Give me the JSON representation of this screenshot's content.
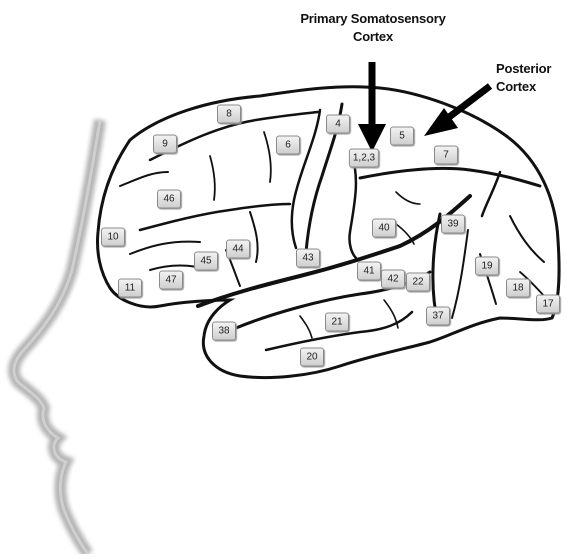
{
  "annotations": {
    "primary_somatosensory": [
      "Primary Somatosensory",
      "Cortex"
    ],
    "posterior": [
      "Posterior",
      "Cortex"
    ]
  },
  "brodmann_areas": [
    {
      "id": "a8",
      "label": "8"
    },
    {
      "id": "a9",
      "label": "9"
    },
    {
      "id": "a4",
      "label": "4"
    },
    {
      "id": "a6",
      "label": "6"
    },
    {
      "id": "a5",
      "label": "5"
    },
    {
      "id": "a123",
      "label": "1,2,3"
    },
    {
      "id": "a7",
      "label": "7"
    },
    {
      "id": "a46",
      "label": "46"
    },
    {
      "id": "a10",
      "label": "10"
    },
    {
      "id": "a44",
      "label": "44"
    },
    {
      "id": "a45",
      "label": "45"
    },
    {
      "id": "a47",
      "label": "47"
    },
    {
      "id": "a11",
      "label": "11"
    },
    {
      "id": "a43",
      "label": "43"
    },
    {
      "id": "a40",
      "label": "40"
    },
    {
      "id": "a39",
      "label": "39"
    },
    {
      "id": "a41",
      "label": "41"
    },
    {
      "id": "a42",
      "label": "42"
    },
    {
      "id": "a22",
      "label": "22"
    },
    {
      "id": "a19",
      "label": "19"
    },
    {
      "id": "a18",
      "label": "18"
    },
    {
      "id": "a17",
      "label": "17"
    },
    {
      "id": "a38",
      "label": "38"
    },
    {
      "id": "a21",
      "label": "21"
    },
    {
      "id": "a37",
      "label": "37"
    },
    {
      "id": "a20",
      "label": "20"
    }
  ]
}
